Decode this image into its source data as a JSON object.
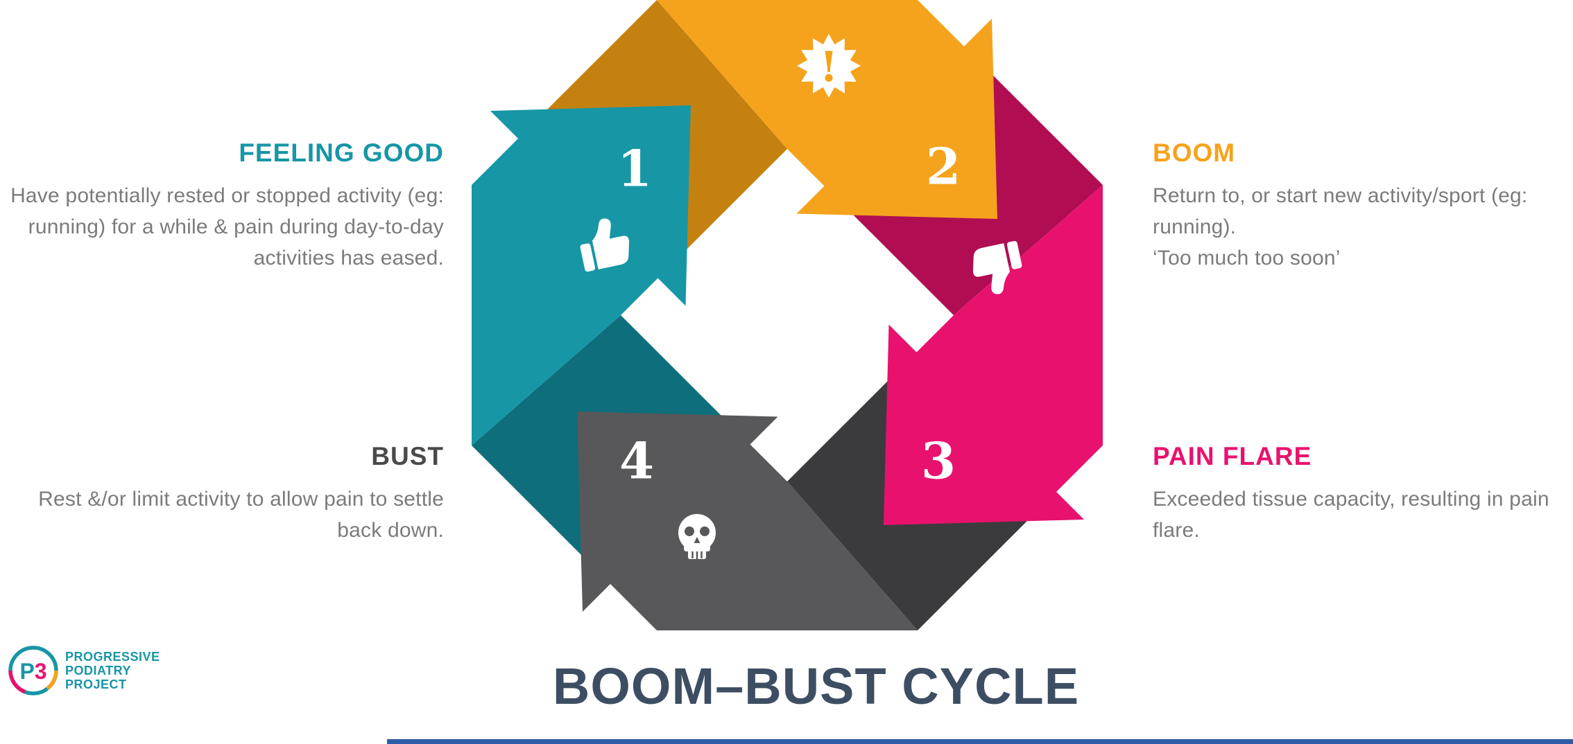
{
  "title": "BOOM–BUST CYCLE",
  "steps": [
    {
      "number": "1",
      "label": "FEELING GOOD",
      "description": "Have potentially rested or stopped activity (eg: running) for a while & pain during day-to-day activities has eased.",
      "icon": "thumbs-up-icon"
    },
    {
      "number": "2",
      "label": "BOOM",
      "description": "Return to, or start new activity/sport (eg: running).\n‘Too much too soon’",
      "icon": "burst-exclamation-icon",
      "icon_char": "!"
    },
    {
      "number": "3",
      "label": "PAIN FLARE",
      "description": "Exceeded tissue capacity, resulting in pain flare.",
      "icon": "thumbs-down-icon"
    },
    {
      "number": "4",
      "label": "BUST",
      "description": "Rest &/or limit activity to allow pain to settle back down.",
      "icon": "skull-icon"
    }
  ],
  "colors": {
    "teal": "#1796A6",
    "teal_dark": "#0F6E7B",
    "orange": "#F5A31C",
    "orange_dark": "#C48110",
    "pink": "#E8126E",
    "pink_dark": "#B00D53",
    "gray": "#58585A",
    "gray_dark": "#3B3B3D",
    "title": "#3D4E63",
    "body_text": "#7B7B7B",
    "accent_bar": "#2D5CA8"
  },
  "logo": {
    "monogram_p": "P",
    "monogram_3": "3",
    "lines": [
      "PROGRESSIVE",
      "PODIATRY",
      "PROJECT"
    ]
  }
}
